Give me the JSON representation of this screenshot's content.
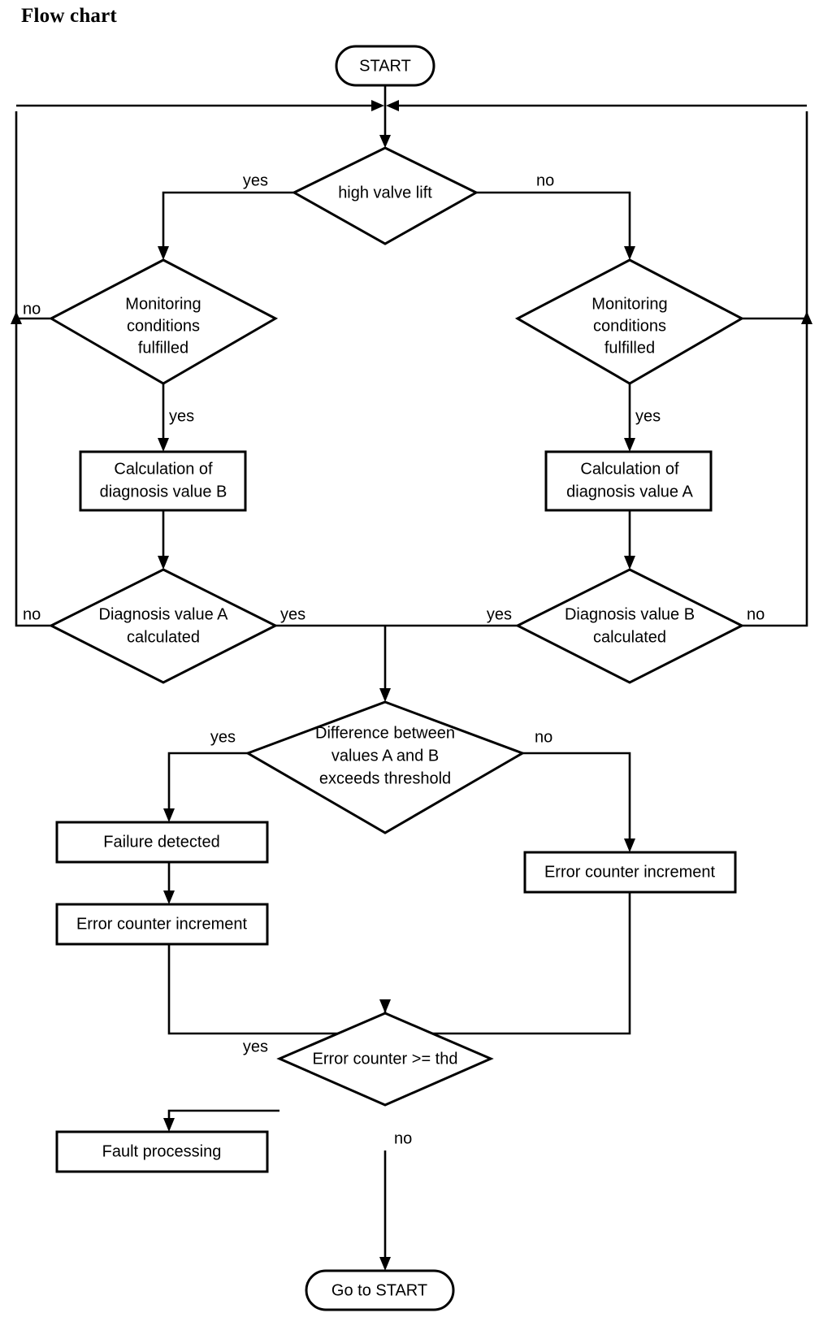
{
  "document": {
    "title": "Flow chart",
    "type": "flowchart-diagram"
  },
  "colors": {
    "background": "#ffffff",
    "stroke": "#000000",
    "text": "#000000"
  },
  "nodes": {
    "start": {
      "label": "START",
      "shape": "terminator"
    },
    "high_valve_lift": {
      "label": "high valve lift",
      "shape": "decision"
    },
    "monitor_left": {
      "line1": "Monitoring",
      "line2": "conditions",
      "line3": "fulfilled",
      "shape": "decision"
    },
    "monitor_right": {
      "line1": "Monitoring",
      "line2": "conditions",
      "line3": "fulfilled",
      "shape": "decision"
    },
    "calc_b": {
      "line1": "Calculation of",
      "line2": "diagnosis value B",
      "shape": "process"
    },
    "calc_a": {
      "line1": "Calculation of",
      "line2": "diagnosis value A",
      "shape": "process"
    },
    "diag_a_calculated": {
      "line1": "Diagnosis value A",
      "line2": "calculated",
      "shape": "decision"
    },
    "diag_b_calculated": {
      "line1": "Diagnosis value B",
      "line2": "calculated",
      "shape": "decision"
    },
    "difference_threshold": {
      "line1": "Difference between",
      "line2": "values A and B",
      "line3": "exceeds threshold",
      "shape": "decision"
    },
    "failure_detected": {
      "label": "Failure detected",
      "shape": "process"
    },
    "error_counter_increment_left": {
      "label": "Error counter increment",
      "shape": "process"
    },
    "error_counter_increment_right": {
      "label": "Error counter increment",
      "shape": "process"
    },
    "error_counter_threshold": {
      "label": "Error counter >= thd",
      "shape": "decision"
    },
    "fault_processing": {
      "label": "Fault processing",
      "shape": "process"
    },
    "go_to_start": {
      "label": "Go to START",
      "shape": "terminator"
    }
  },
  "edge_labels": {
    "hvl_yes": "yes",
    "hvl_no": "no",
    "monitor_left_no": "no",
    "monitor_left_yes": "yes",
    "monitor_right_yes": "yes",
    "diag_a_no": "no",
    "diag_a_yes": "yes",
    "diag_b_yes": "yes",
    "diag_b_no": "no",
    "difference_yes": "yes",
    "difference_no": "no",
    "counter_yes": "yes",
    "counter_no": "no"
  },
  "flow": {
    "edges": [
      {
        "from": "start",
        "to": "high_valve_lift",
        "label": ""
      },
      {
        "from": "high_valve_lift",
        "to": "monitor_left",
        "label": "yes"
      },
      {
        "from": "high_valve_lift",
        "to": "monitor_right",
        "label": "no"
      },
      {
        "from": "monitor_left",
        "to": "start",
        "label": "no"
      },
      {
        "from": "monitor_left",
        "to": "calc_b",
        "label": "yes"
      },
      {
        "from": "monitor_right",
        "to": "start",
        "label": ""
      },
      {
        "from": "monitor_right",
        "to": "calc_a",
        "label": "yes"
      },
      {
        "from": "calc_b",
        "to": "diag_a_calculated",
        "label": ""
      },
      {
        "from": "calc_a",
        "to": "diag_b_calculated",
        "label": ""
      },
      {
        "from": "diag_a_calculated",
        "to": "start",
        "label": "no"
      },
      {
        "from": "diag_a_calculated",
        "to": "difference_threshold",
        "label": "yes"
      },
      {
        "from": "diag_b_calculated",
        "to": "difference_threshold",
        "label": "yes"
      },
      {
        "from": "diag_b_calculated",
        "to": "start",
        "label": "no"
      },
      {
        "from": "difference_threshold",
        "to": "failure_detected",
        "label": "yes"
      },
      {
        "from": "difference_threshold",
        "to": "error_counter_increment_right",
        "label": "no"
      },
      {
        "from": "failure_detected",
        "to": "error_counter_increment_left",
        "label": ""
      },
      {
        "from": "error_counter_increment_left",
        "to": "error_counter_threshold",
        "label": ""
      },
      {
        "from": "error_counter_increment_right",
        "to": "error_counter_threshold",
        "label": ""
      },
      {
        "from": "error_counter_threshold",
        "to": "fault_processing",
        "label": "yes"
      },
      {
        "from": "error_counter_threshold",
        "to": "go_to_start",
        "label": "no"
      }
    ]
  }
}
